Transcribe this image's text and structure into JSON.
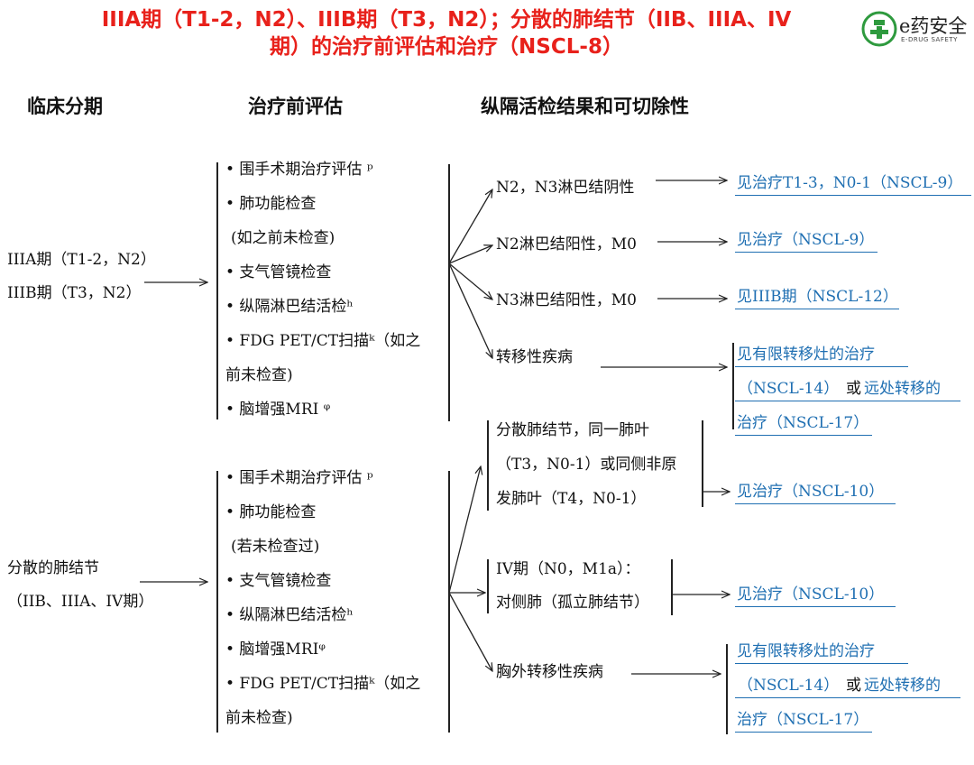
{
  "title": {
    "line1": "IIIA期（T1-2，N2）、IIIB期（T3，N2）；分散的肺结节（IIB、IIIA、IV",
    "line2": "期）的治疗前评估和治疗（NSCL-8）",
    "color": "#e8211b"
  },
  "logo": {
    "name": "e药安全",
    "sub": "E-DRUG SAFETY"
  },
  "headers": {
    "stage": "临床分期",
    "pretreatment": "治疗前评估",
    "mediastinal": "纵隔活检结果和可切除性"
  },
  "stages": {
    "a_line1": "IIIA期（T1-2，N2）",
    "a_line2": "IIIB期（T3，N2）",
    "b_line1": "分散的肺结节",
    "b_line2": "（IIB、IIIA、IV期）"
  },
  "eval_a": [
    "• 围手术期治疗评估 ᵖ",
    "• 肺功能检查",
    " (如之前未检查)",
    "• 支气管镜检查",
    "• 纵隔淋巴结活检ʰ",
    "• FDG PET/CT扫描ᵏ（如之",
    "前未检查)",
    "• 脑增强MRI ᵠ"
  ],
  "eval_b": [
    "• 围手术期治疗评估 ᵖ",
    "• 肺功能检查",
    " (若未检查过)",
    "• 支气管镜检查",
    "• 纵隔淋巴结活检ʰ",
    "• 脑增强MRIᵠ",
    "• FDG PET/CT扫描ᵏ（如之",
    "前未检查)"
  ],
  "results": {
    "n2n3_neg": "N2，N3淋巴结阴性",
    "n2_pos": "N2淋巴结阳性，M0",
    "n3_pos": "N3淋巴结阳性，M0",
    "metastatic": "转移性疾病",
    "nodule_line1": "分散肺结节，同一肺叶",
    "nodule_line2": "（T3，N0-1）或同侧非原",
    "nodule_line3": "发肺叶（T4，N0-1）",
    "iv_line1": "IV期（N0，M1a）：",
    "iv_line2": "对侧肺（孤立肺结节）",
    "extrathoracic": "胸外转移性疾病"
  },
  "outcomes": {
    "o1": "见治疗T1-3，N0-1（NSCL-9）",
    "o2": "见治疗（NSCL-9）",
    "o3": "见IIIB期（NSCL-12）",
    "o4_l1": "见有限转移灶的治疗",
    "o4_l2a": "（NSCL-14）",
    "o4_or": "或",
    "o4_l2b": "远处转移的",
    "o4_l3": "治疗（NSCL-17）",
    "o5": "见治疗（NSCL-10）",
    "o6": "见治疗（NSCL-10）",
    "o7_l1": "见有限转移灶的治疗",
    "o7_l2a": "（NSCL-14）",
    "o7_or": "或",
    "o7_l2b": "远处转移的",
    "o7_l3": "治疗（NSCL-17）"
  },
  "colors": {
    "link": "#1f6fb2",
    "title": "#e8211b",
    "logo_green": "#2e9a3e"
  }
}
